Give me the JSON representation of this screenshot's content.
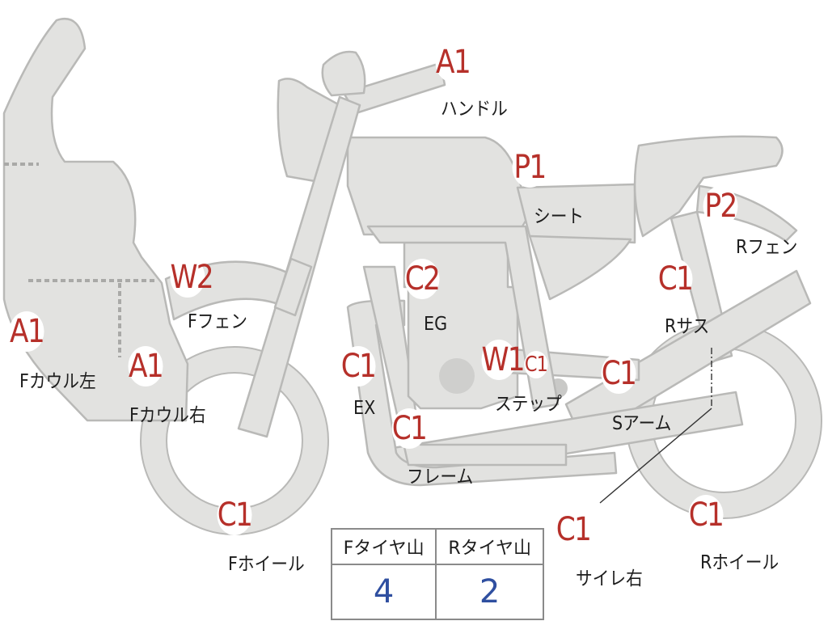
{
  "parts": [
    {
      "id": "handle",
      "grade": "A1",
      "name": "ハンドル"
    },
    {
      "id": "seat",
      "grade": "P1",
      "name": "シート"
    },
    {
      "id": "r-fender",
      "grade": "P2",
      "name": "Rフェン"
    },
    {
      "id": "f-fender",
      "grade": "W2",
      "name": "Fフェン"
    },
    {
      "id": "engine",
      "grade": "C2",
      "name": "EG"
    },
    {
      "id": "r-suspension",
      "grade": "C1",
      "name": "Rサス"
    },
    {
      "id": "f-cowl-left",
      "grade": "A1",
      "name": "Fカウル左"
    },
    {
      "id": "f-cowl-right",
      "grade": "A1",
      "name": "Fカウル右"
    },
    {
      "id": "exhaust",
      "grade": "C1",
      "name": "EX"
    },
    {
      "id": "step",
      "grade": "W1",
      "grade2": "C1",
      "name": "ステップ"
    },
    {
      "id": "swing-arm",
      "grade": "C1",
      "name": "Sアーム"
    },
    {
      "id": "frame",
      "grade": "C1",
      "name": "フレーム"
    },
    {
      "id": "f-wheel",
      "grade": "C1",
      "name": "Fホイール"
    },
    {
      "id": "silencer-right",
      "grade": "C1",
      "name": "サイレ右"
    },
    {
      "id": "r-wheel",
      "grade": "C1",
      "name": "Rホイール"
    }
  ],
  "tire_tread": {
    "headers": [
      "Fタイヤ山",
      "Rタイヤ山"
    ],
    "values": [
      "4",
      "2"
    ]
  },
  "colors": {
    "silhouette_fill": "#e2e2e0",
    "silhouette_stroke": "#b9b9b7",
    "grade_text": "#b6302a",
    "table_value": "#2f4fa0"
  }
}
